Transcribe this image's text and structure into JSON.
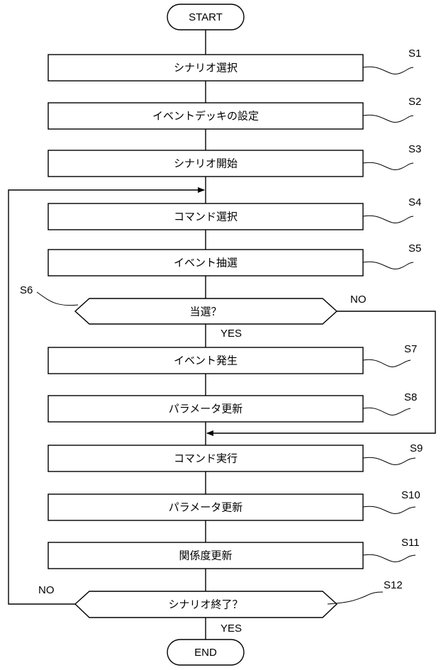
{
  "flowchart": {
    "start": "START",
    "end": "END",
    "steps": [
      {
        "id": "S1",
        "text": "シナリオ選択"
      },
      {
        "id": "S2",
        "text": "イベントデッキの設定"
      },
      {
        "id": "S3",
        "text": "シナリオ開始"
      },
      {
        "id": "S4",
        "text": "コマンド選択"
      },
      {
        "id": "S5",
        "text": "イベント抽選"
      },
      {
        "id": "S6",
        "text": "当選？"
      },
      {
        "id": "S7",
        "text": "イベント発生"
      },
      {
        "id": "S8",
        "text": "パラメータ更新"
      },
      {
        "id": "S9",
        "text": "コマンド実行"
      },
      {
        "id": "S10",
        "text": "パラメータ更新"
      },
      {
        "id": "S11",
        "text": "関係度更新"
      },
      {
        "id": "S12",
        "text": "シナリオ終了？"
      }
    ],
    "branches": {
      "s6_yes": "YES",
      "s6_no": "NO",
      "s12_yes": "YES",
      "s12_no": "NO"
    }
  }
}
